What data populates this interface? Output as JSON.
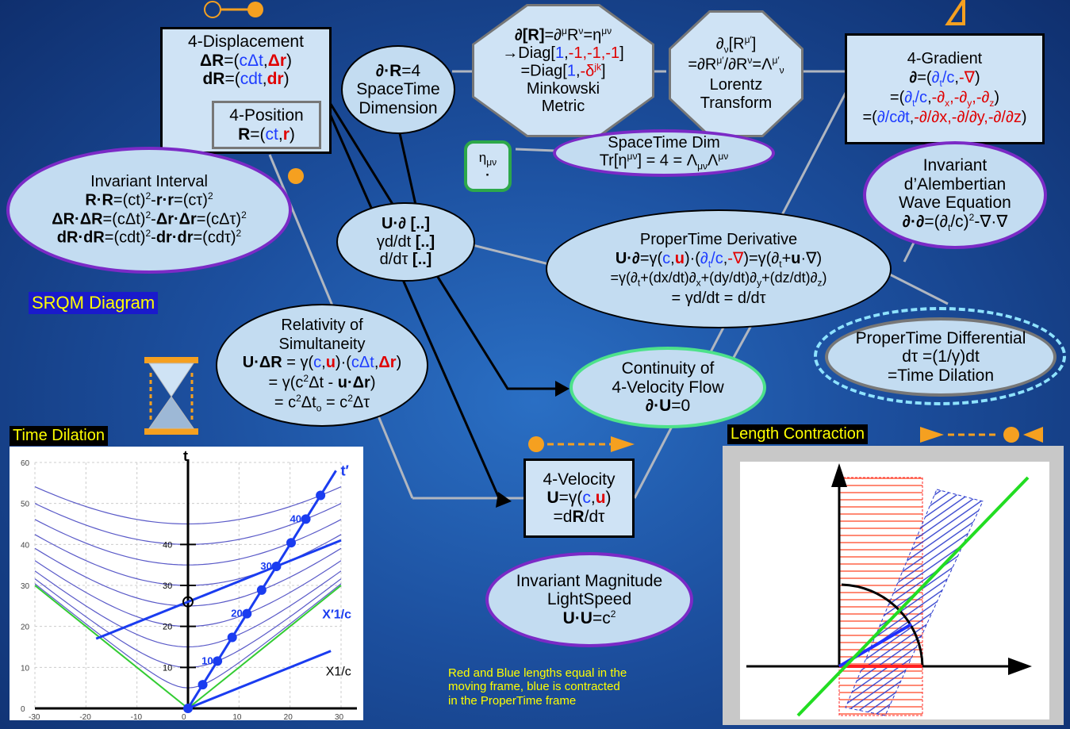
{
  "title_label": "SRQM Diagram",
  "time_dilation_label": "Time Dilation",
  "length_contraction_label": "Length Contraction",
  "note": [
    "Red and Blue lengths equal in the",
    "moving frame, blue is contracted",
    "in the ProperTime frame"
  ],
  "nodes": {
    "displacement": {
      "title": "4-Displacement"
    },
    "position": {
      "title": "4-Position"
    },
    "dimension": {
      "line2": "SpaceTime",
      "line3": "Dimension"
    },
    "minkowski": {
      "line4": "Minkowski",
      "line5": "Metric"
    },
    "lorentz": {
      "line3": "Lorentz",
      "line4": "Transform"
    },
    "gradient": {
      "title": "4-Gradient"
    },
    "spacetime_dim": {
      "line1": "SpaceTime Dim"
    },
    "interval": {
      "title": "Invariant Interval"
    },
    "dalembertian": {
      "line1": "Invariant",
      "line2": "d’Alembertian",
      "line3": "Wave Equation"
    },
    "proper_deriv": {
      "title": "ProperTime Derivative"
    },
    "relativity": {
      "line1": "Relativity of",
      "line2": "Simultaneity"
    },
    "continuity": {
      "line1": "Continuity of",
      "line2": "4-Velocity Flow"
    },
    "proper_diff": {
      "line1": "ProperTime Differential",
      "line3": "=Time Dilation"
    },
    "velocity": {
      "title": "4-Velocity"
    },
    "magnitude": {
      "line1": "Invariant Magnitude",
      "line2": "LightSpeed"
    }
  },
  "time_dilation_chart": {
    "x_ticks": [
      "-30",
      "-20",
      "-10",
      "0",
      "10",
      "20",
      "30"
    ],
    "y_ticks": [
      "0",
      "10",
      "20",
      "30",
      "40",
      "50",
      "60"
    ],
    "axis_t": "t",
    "axis_t_prime": "t′",
    "axis_x": "X1/c",
    "axis_x_prime": "X′1/c",
    "points": [
      "10",
      "20",
      "30",
      "40"
    ],
    "tick_labels": [
      "10",
      "20",
      "30",
      "40"
    ]
  },
  "colors": {
    "node_fill": "#cfe3f5",
    "purple_border": "#7b2ac6",
    "green_border": "#4de28a",
    "label_yellow": "#ffff00",
    "label_bg": "#1a1acc",
    "orange": "#f5a020"
  }
}
